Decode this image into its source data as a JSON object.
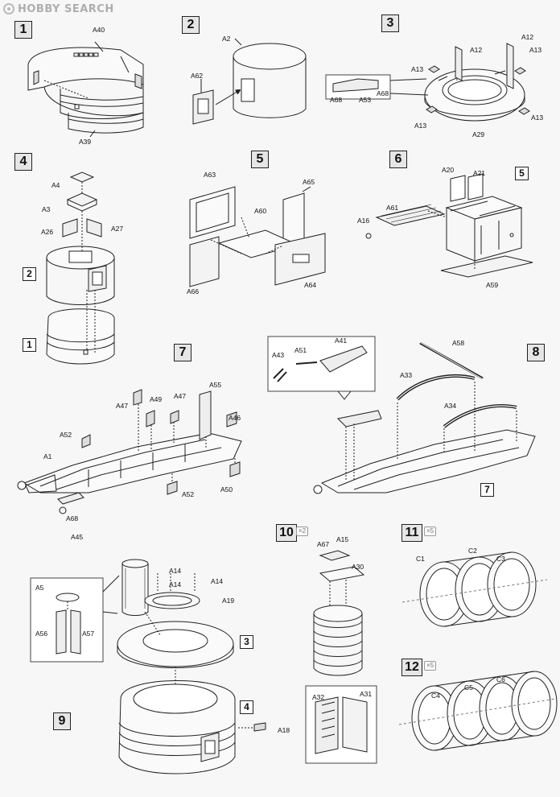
{
  "watermark": {
    "text": "HOBBY SEARCH"
  },
  "steps": [
    "1",
    "2",
    "3",
    "4",
    "5",
    "6",
    "7",
    "8",
    "9",
    "10",
    "11",
    "12"
  ],
  "refs": {
    "r5": "5",
    "r2": "2",
    "r1": "1",
    "r7a": "7",
    "r3": "3",
    "r4": "4"
  },
  "quantities": {
    "q10": "×2",
    "q11": "×5",
    "q12": "×5"
  },
  "labels": {
    "A40": "A40",
    "A39": "A39",
    "A2": "A2",
    "A62": "A62",
    "A12a": "A12",
    "A12b": "A12",
    "A13a": "A13",
    "A13b": "A13",
    "A13c": "A13",
    "A13d": "A13",
    "A68a": "A68",
    "A53": "A53",
    "A68b": "A68",
    "A29": "A29",
    "A4": "A4",
    "A3": "A3",
    "A26": "A26",
    "A27": "A27",
    "A63": "A63",
    "A65": "A65",
    "A60": "A60",
    "A66": "A66",
    "A64": "A64",
    "A20": "A20",
    "A21": "A21",
    "A16": "A16",
    "A61": "A61",
    "A59": "A59",
    "A47a": "A47",
    "A49": "A49",
    "A47b": "A47",
    "A55": "A55",
    "A52a": "A52",
    "A46": "A46",
    "A1": "A1",
    "A52b": "A52",
    "A50": "A50",
    "A68c": "A68",
    "A45": "A45",
    "A43": "A43",
    "A51": "A51",
    "A41": "A41",
    "A58": "A58",
    "A33": "A33",
    "A34": "A34",
    "A14a": "A14",
    "A14b": "A14",
    "A14c": "A14",
    "A19": "A19",
    "A5": "A5",
    "A56": "A56",
    "A57": "A57",
    "A18": "A18",
    "A67": "A67",
    "A15": "A15",
    "A30": "A30",
    "A32": "A32",
    "A31": "A31",
    "C1": "C1",
    "C2": "C2",
    "C3": "C3",
    "C4": "C4",
    "C5": "C5",
    "C6": "C6"
  }
}
